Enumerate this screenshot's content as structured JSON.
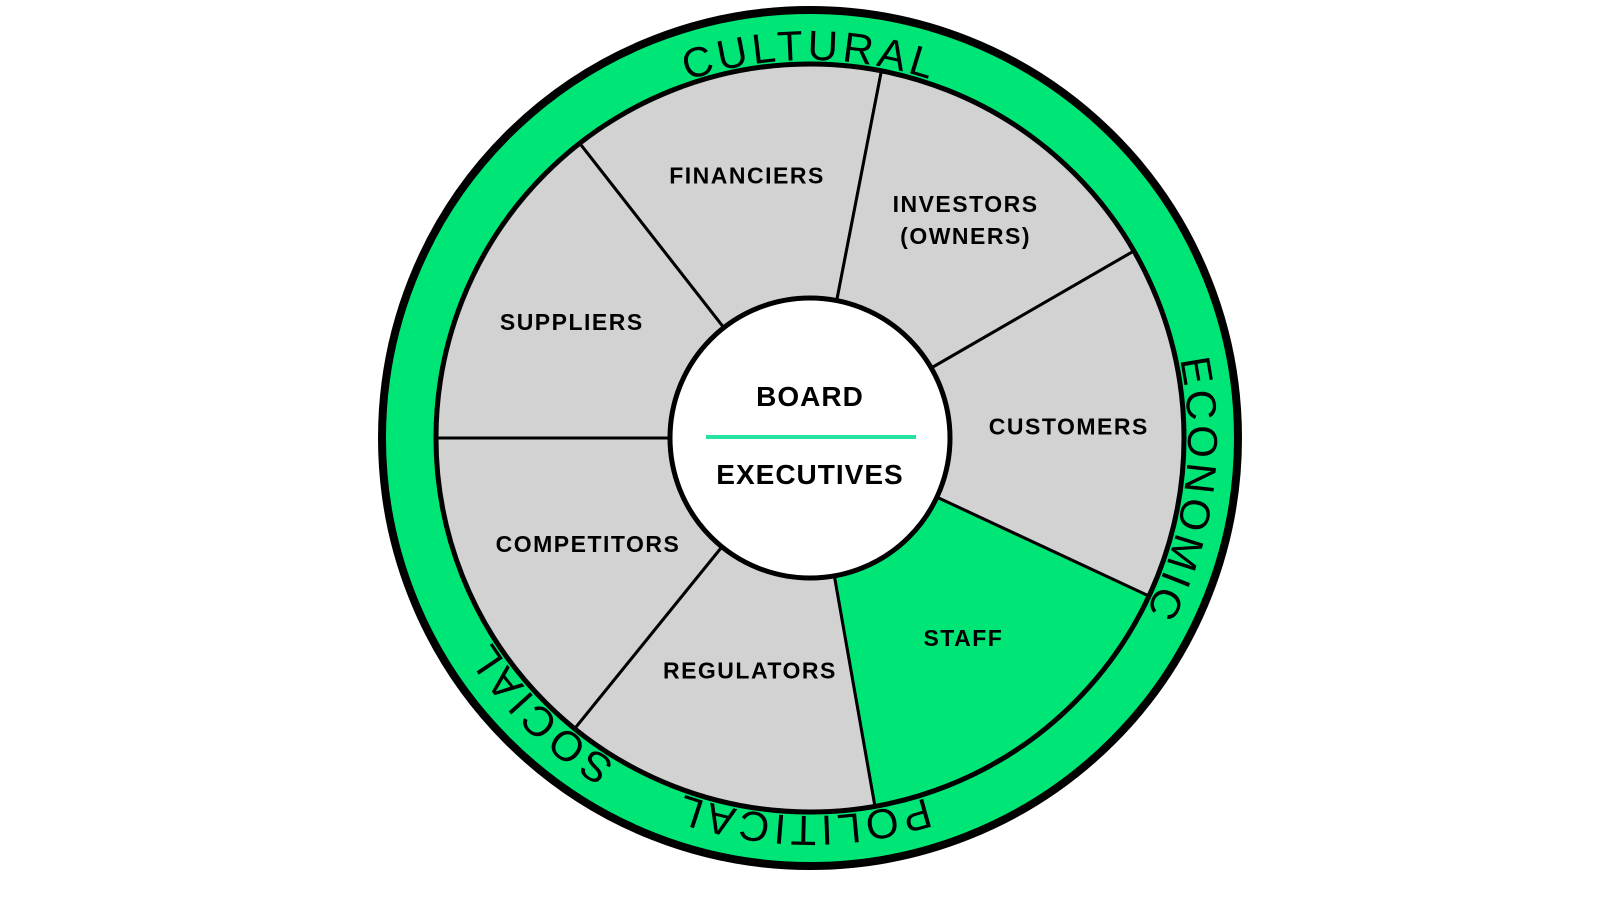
{
  "diagram": {
    "colors": {
      "ring_green": "#00e676",
      "staff_green": "#00e676",
      "segment_gray": "#d2d2d2",
      "outline": "#000000",
      "center_fill": "#ffffff",
      "divider_green": "#26e3a0",
      "background": "#ffffff"
    },
    "outer_ring": {
      "labels": [
        {
          "text": "CULTURAL",
          "position": "top"
        },
        {
          "text": "ECONOMIC",
          "position": "right"
        },
        {
          "text": "POLITICAL",
          "position": "bottom"
        },
        {
          "text": "SOCIAL",
          "position": "left"
        }
      ]
    },
    "segments": [
      {
        "label": [
          "FINANCIERS"
        ],
        "start_angle": 128,
        "end_angle": 79,
        "color": "gray",
        "label_radius": 270
      },
      {
        "label": [
          "INVESTORS",
          "(OWNERS)"
        ],
        "start_angle": 79,
        "end_angle": 30,
        "color": "gray",
        "label_radius": 268
      },
      {
        "label": [
          "CUSTOMERS"
        ],
        "start_angle": 30,
        "end_angle": -25,
        "color": "gray",
        "label_radius": 259
      },
      {
        "label": [
          "STAFF"
        ],
        "start_angle": -25,
        "end_angle": -80,
        "color": "green",
        "label_radius": 252
      },
      {
        "label": [
          "REGULATORS"
        ],
        "start_angle": -80,
        "end_angle": -129,
        "color": "gray",
        "label_radius": 240
      },
      {
        "label": [
          "COMPETITORS"
        ],
        "start_angle": -129,
        "end_angle": -180,
        "color": "gray",
        "label_radius": 246
      },
      {
        "label": [
          "SUPPLIERS"
        ],
        "start_angle": 180,
        "end_angle": 128,
        "color": "gray",
        "label_radius": 265
      }
    ],
    "center": {
      "top_label": "BOARD",
      "bottom_label": "EXECUTIVES"
    }
  }
}
